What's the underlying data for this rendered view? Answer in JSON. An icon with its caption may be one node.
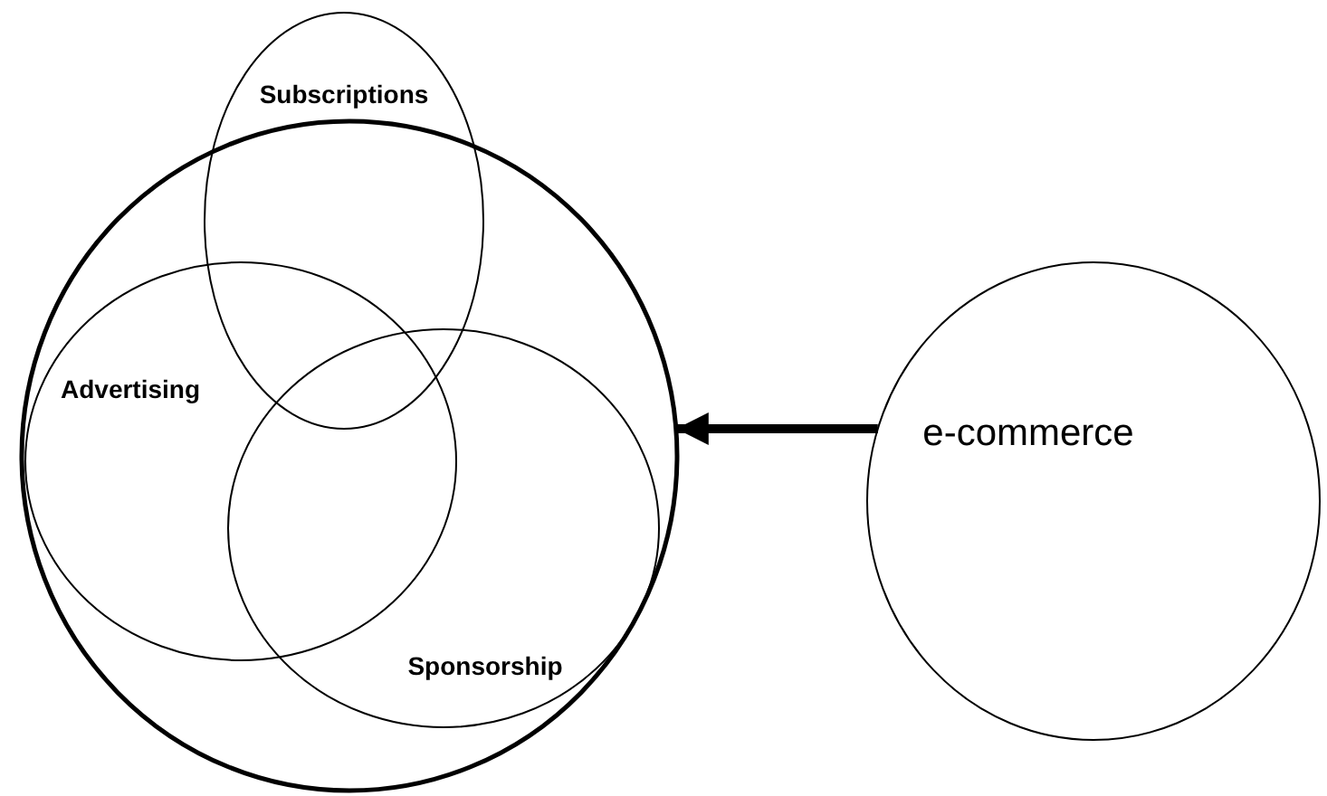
{
  "diagram": {
    "nodes": [
      {
        "text": [],
        "shape": "circle"
      },
      {
        "text": [
          "Subscriptions"
        ]
      },
      {
        "text": [
          "Advertising"
        ],
        "in": 0
      },
      {
        "text": [
          "Sponsorship"
        ],
        "in": 0
      },
      {
        "text": [
          "e-commerce"
        ]
      }
    ],
    "edges": [
      {
        "from": 4,
        "to": 0,
        "arrow": "to"
      }
    ]
  }
}
